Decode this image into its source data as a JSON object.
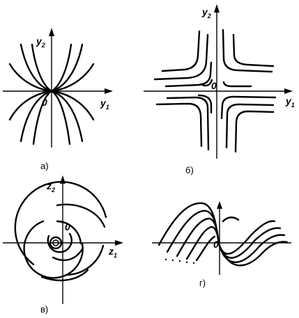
{
  "panels": {
    "a": {
      "caption": "а)",
      "axis_x": "y",
      "axis_x_sub": "1",
      "axis_y": "y",
      "axis_y_sub": "2",
      "origin": "0"
    },
    "b": {
      "caption": "б)",
      "axis_x": "y",
      "axis_x_sub": "1",
      "axis_y": "y",
      "axis_y_sub": "2",
      "origin": "0"
    },
    "v": {
      "caption": "в)",
      "axis_x": "z",
      "axis_x_sub": "1",
      "axis_y": "z",
      "axis_y_sub": "2",
      "origin": "0"
    },
    "g": {
      "caption": "г)",
      "origin": "0"
    }
  }
}
